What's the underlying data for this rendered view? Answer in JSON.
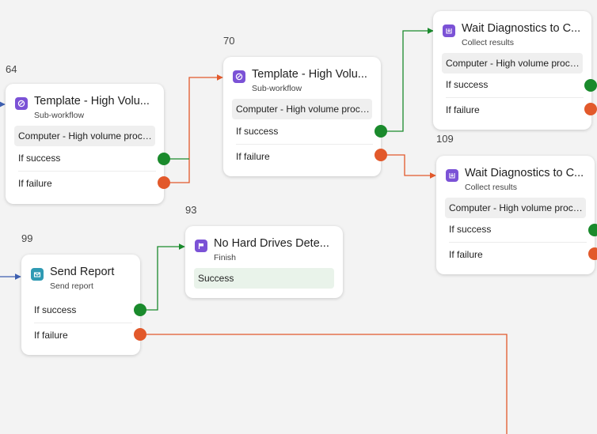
{
  "colors": {
    "success": "#1a8a2c",
    "failure": "#e2592b",
    "input": "#3d5fb0",
    "purple": "#7b52d6",
    "teal": "#2f9ab3"
  },
  "nodes": {
    "n64": {
      "id": "64",
      "title": "Template - High Volu...",
      "subtitle": "Sub-workflow",
      "task": "Computer - High volume proce...",
      "icon": "subworkflow-icon",
      "outlets": [
        "If success",
        "If failure"
      ]
    },
    "n70": {
      "id": "70",
      "title": "Template - High Volu...",
      "subtitle": "Sub-workflow",
      "task": "Computer  - High volume proce...",
      "icon": "subworkflow-icon",
      "outlets": [
        "If success",
        "If failure"
      ]
    },
    "nTop": {
      "title": "Wait Diagnostics to C...",
      "subtitle": "Collect results",
      "task": "Computer - High volume proce...",
      "icon": "collect-results-icon",
      "outlets": [
        "If success",
        "If failure"
      ]
    },
    "n109": {
      "id": "109",
      "title": "Wait Diagnostics to C...",
      "subtitle": "Collect results",
      "task": "Computer - High volume proce...",
      "icon": "collect-results-icon",
      "outlets": [
        "If success",
        "If failure"
      ]
    },
    "n99": {
      "id": "99",
      "title": "Send Report",
      "subtitle": "Send report",
      "icon": "send-report-icon",
      "outlets": [
        "If success",
        "If failure"
      ]
    },
    "n93": {
      "id": "93",
      "title": "No Hard Drives Dete...",
      "subtitle": "Finish",
      "status": "Success",
      "icon": "finish-flag-icon"
    }
  }
}
